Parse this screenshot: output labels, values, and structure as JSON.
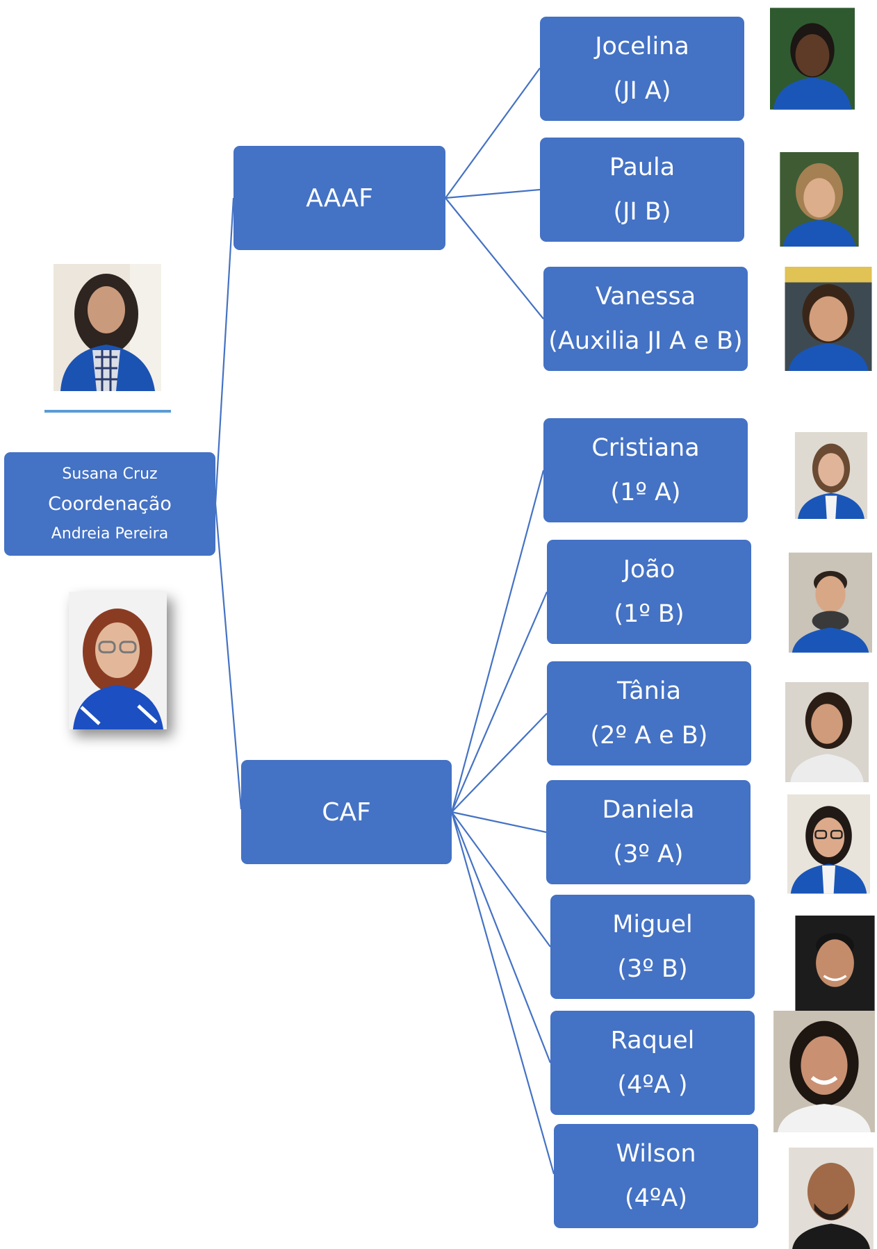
{
  "colors": {
    "box": "#4472c4",
    "box_text": "#ffffff",
    "connector": "#4472c4",
    "underline": "#5b9bd5"
  },
  "coordination": {
    "name_top": "Susana Cruz",
    "role": "Coordenação",
    "name_bottom": "Andreia Pereira"
  },
  "groups": [
    {
      "label": "AAAF",
      "members": [
        {
          "name": "Jocelina",
          "class": "(JI A)"
        },
        {
          "name": "Paula",
          "class": "(JI B)"
        },
        {
          "name": "Vanessa",
          "class": "(Auxilia JI A e B)"
        }
      ]
    },
    {
      "label": "CAF",
      "members": [
        {
          "name": "Cristiana",
          "class": "(1º A)"
        },
        {
          "name": "João",
          "class": "(1º B)"
        },
        {
          "name": "Tânia",
          "class": "(2º A e B)"
        },
        {
          "name": "Daniela",
          "class": "(3º A)"
        },
        {
          "name": "Miguel",
          "class": "(3º B)"
        },
        {
          "name": "Raquel",
          "class": "(4ºA )"
        },
        {
          "name": "Wilson",
          "class": "(4ºA)"
        }
      ]
    }
  ],
  "icons": {
    "photo": "person-photo-icon"
  }
}
